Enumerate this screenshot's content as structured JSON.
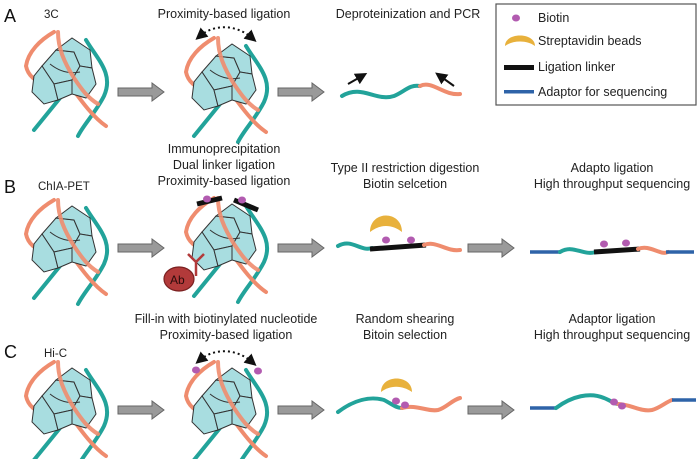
{
  "colors": {
    "teal": "#22a39a",
    "salmon": "#ef8c6e",
    "protein": "#a8dde0",
    "biotin": "#b25bb0",
    "beads": "#e8b13c",
    "linker": "#111111",
    "adaptor": "#2e63a8",
    "antibody": "#b23a3a",
    "arrow": "#9a9a9a"
  },
  "legend": {
    "biotin": "Biotin",
    "beads": "Streptavidin beads",
    "linker": "Ligation linker",
    "adaptor": "Adaptor for sequencing"
  },
  "panels": {
    "a": {
      "letter": "A",
      "name": "3C",
      "step1": "Proximity-based ligation",
      "step2": "Deproteinization and PCR"
    },
    "b": {
      "letter": "B",
      "name": "ChIA-PET",
      "step1_line1": "Immunoprecipitation",
      "step1_line2": "Dual linker ligation",
      "step1_line3": "Proximity-based ligation",
      "step2_line1": "Type II restriction digestion",
      "step2_line2": "Biotin selcetion",
      "step3_line1": "Adapto ligation",
      "step3_line2": "High throughput sequencing",
      "antibody": "Ab"
    },
    "c": {
      "letter": "C",
      "name": "Hi-C",
      "step1_line1": "Fill-in with biotinylated nucleotide",
      "step1_line2": "Proximity-based ligation",
      "step2_line1": "Random shearing",
      "step2_line2": "Bitoin selection",
      "step3_line1": "Adaptor ligation",
      "step3_line2": "High throughput sequencing"
    }
  }
}
